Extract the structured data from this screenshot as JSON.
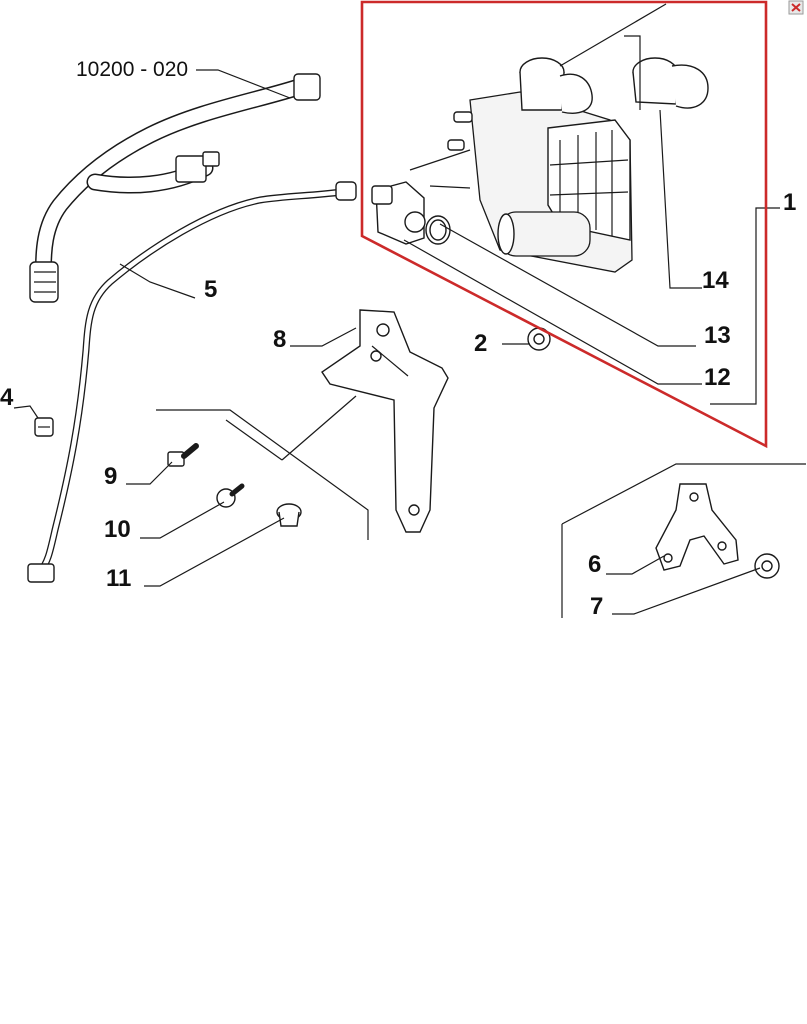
{
  "diagram": {
    "callouts": {
      "ref_hose": "10200 - 020",
      "c1": "1",
      "c2": "2",
      "c4": "4",
      "c5": "5",
      "c6": "6",
      "c7": "7",
      "c8": "8",
      "c9": "9",
      "c10": "10",
      "c11": "11",
      "c12": "12",
      "c13": "13",
      "c14": "14"
    },
    "highlight_color": "#cc2a2a",
    "close_icon": "close-icon"
  }
}
